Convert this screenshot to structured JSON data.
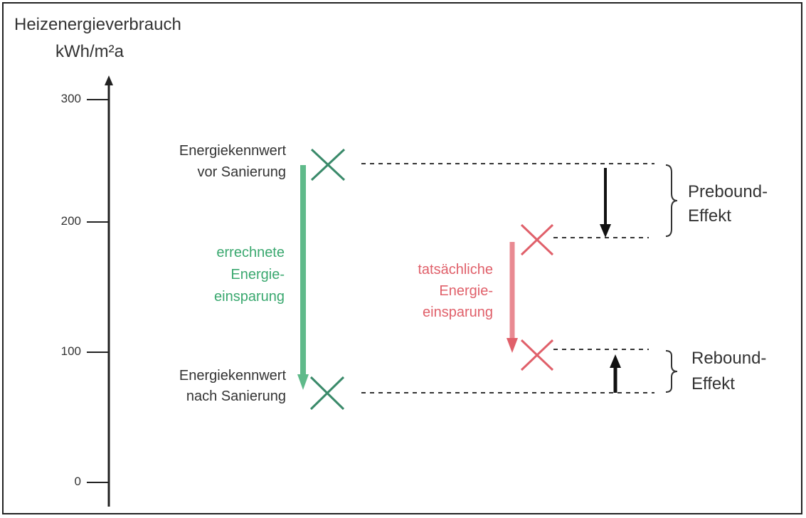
{
  "axis": {
    "title_line1": "Heizenergieverbrauch",
    "title_line2": "kWh/m²a",
    "ticks": [
      {
        "label": "300",
        "value": 300
      },
      {
        "label": "200",
        "value": 200
      },
      {
        "label": "100",
        "value": 100
      },
      {
        "label": "0",
        "value": 0
      }
    ]
  },
  "labels": {
    "before_line1": "Energiekennwert",
    "before_line2": "vor Sanierung",
    "after_line1": "Energiekennwert",
    "after_line2": "nach Sanierung",
    "calc_line1": "errechnete",
    "calc_line2": "Energie-",
    "calc_line3": "einsparung",
    "actual_line1": "tatsächliche",
    "actual_line2": "Energie-",
    "actual_line3": "einsparung",
    "prebound_line1": "Prebound-",
    "prebound_line2": "Effekt",
    "rebound_line1": "Rebound-",
    "rebound_line2": "Effekt"
  },
  "colors": {
    "green": "#3aa86f",
    "red": "#e0606a",
    "axis": "#222222"
  }
}
